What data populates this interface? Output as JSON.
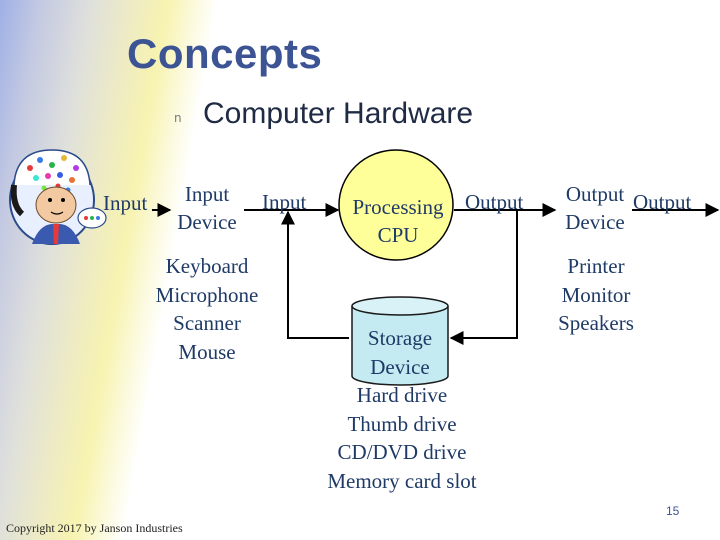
{
  "slide": {
    "title": "Concepts",
    "bullet_marker": "n",
    "subtitle": "Computer Hardware",
    "page_number": "15",
    "copyright": "Copyright 2017 by Janson Industries"
  },
  "diagram": {
    "input_label_left": "Input",
    "input_device": [
      "Input",
      "Device"
    ],
    "input_label_mid": "Input",
    "processing": [
      "Processing",
      "CPU"
    ],
    "output_label_mid": "Output",
    "output_device": [
      "Output",
      "Device"
    ],
    "output_label_right": "Output",
    "input_examples": [
      "Keyboard",
      "Microphone",
      "Scanner",
      "Mouse"
    ],
    "storage": [
      "Storage",
      "Device"
    ],
    "storage_examples": [
      "Hard drive",
      "Thumb drive",
      "CD/DVD drive",
      "Memory card slot"
    ],
    "output_examples": [
      "Printer",
      "Monitor",
      "Speakers"
    ]
  },
  "colors": {
    "title": "#3d5494",
    "text": "#1f3a66",
    "cpu_fill": "#ffff99",
    "storage_fill": "#c4eaf2",
    "arrow": "#000000"
  }
}
